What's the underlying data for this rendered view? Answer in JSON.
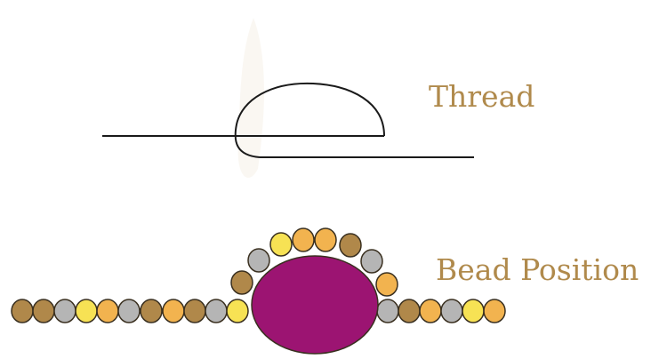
{
  "labels": {
    "thread": "Thread",
    "bead_position": "Bead Position"
  },
  "colors": {
    "label": "#b08a4c",
    "line": "#1a1a1a",
    "bead_outline": "#3a3020",
    "center_bead": "#9c1472",
    "bead_bronze": "#b0884a",
    "bead_gold": "#f2b34f",
    "bead_yellow": "#f7e254",
    "bead_gray": "#b5b5b5"
  },
  "bead_sequences": {
    "left_strand": [
      "bronze",
      "bronze",
      "gray",
      "yellow",
      "gold",
      "gray",
      "bronze",
      "gold",
      "bronze",
      "gray",
      "yellow"
    ],
    "arc": [
      "bronze",
      "gray",
      "yellow",
      "gold",
      "gold",
      "bronze",
      "gray",
      "gold"
    ],
    "right_strand": [
      "gray",
      "bronze",
      "gold",
      "gray",
      "yellow",
      "gold"
    ]
  }
}
